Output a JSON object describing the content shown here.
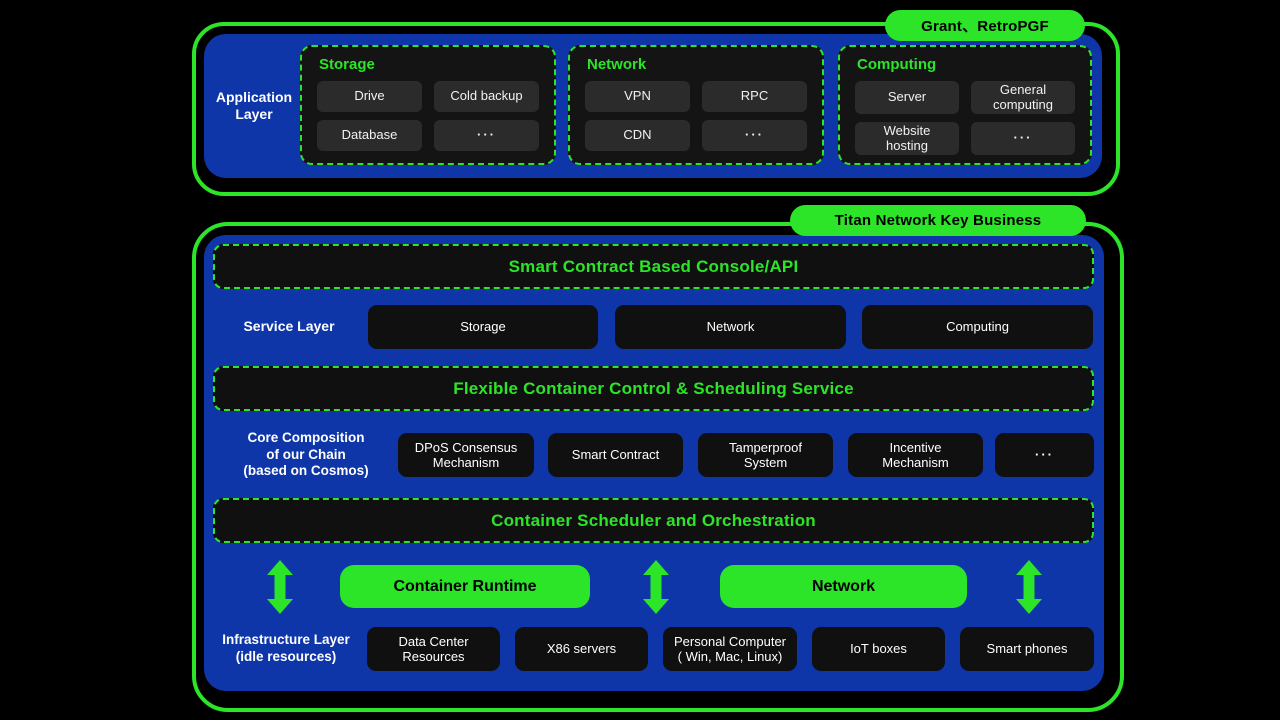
{
  "colors": {
    "green": "#2ce428",
    "blue": "#0e36a8",
    "panel_dark": "#141414",
    "chip_dark": "#2b2b2b",
    "button_dark": "#101010",
    "background": "#000000"
  },
  "top_section": {
    "badge": "Grant、RetroPGF",
    "layer_label": "Application\nLayer",
    "groups": [
      {
        "title": "Storage",
        "items": [
          "Drive",
          "Cold backup",
          "Database",
          "···"
        ]
      },
      {
        "title": "Network",
        "items": [
          "VPN",
          "RPC",
          "CDN",
          "···"
        ]
      },
      {
        "title": "Computing",
        "items": [
          "Server",
          "General\ncomputing",
          "Website\nhosting",
          "···"
        ]
      }
    ]
  },
  "bottom_section": {
    "badge": "Titan Network Key Business",
    "console_bar": "Smart Contract Based Console/API",
    "service_layer": {
      "label": "Service Layer",
      "items": [
        "Storage",
        "Network",
        "Computing"
      ]
    },
    "scheduling_bar": "Flexible Container Control & Scheduling Service",
    "core_composition": {
      "label": "Core Composition\nof our Chain\n(based on Cosmos)",
      "items": [
        "DPoS Consensus\nMechanism",
        "Smart Contract",
        "Tamperproof\nSystem",
        "Incentive\nMechanism",
        "···"
      ]
    },
    "orchestration_bar": "Container Scheduler and Orchestration",
    "runtime_row": {
      "pills": [
        "Container Runtime",
        "Network"
      ]
    },
    "infrastructure": {
      "label": "Infrastructure Layer\n(idle resources)",
      "items": [
        "Data Center\nResources",
        "X86 servers",
        "Personal Computer\n( Win, Mac, Linux)",
        "IoT boxes",
        "Smart phones"
      ]
    }
  }
}
